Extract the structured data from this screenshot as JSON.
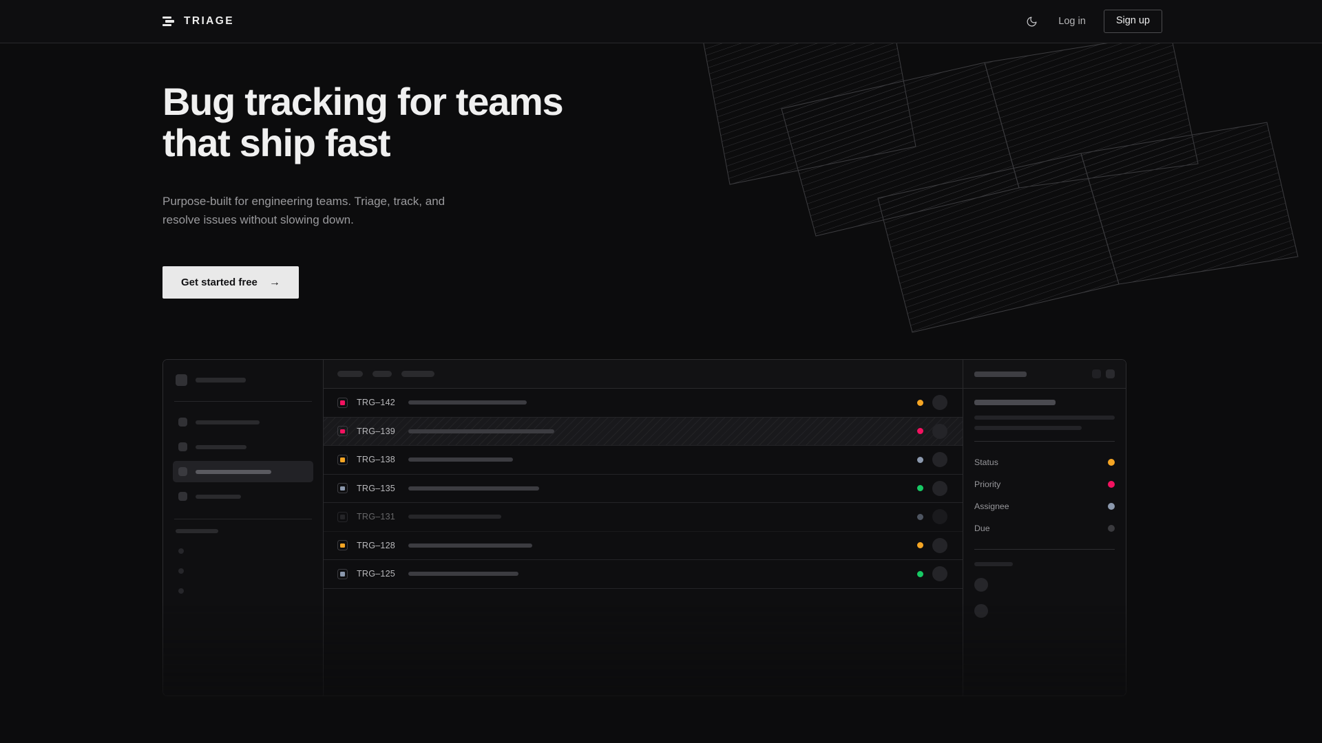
{
  "brand": {
    "name": "TRIAGE",
    "mark_icon": "stacked-bars-logo-icon"
  },
  "nav": {
    "theme_toggle_icon": "moon-icon",
    "login_label": "Log in",
    "signup_label": "Sign up"
  },
  "hero": {
    "headline": "Bug tracking for teams\nthat ship fast",
    "subtitle": "Purpose-built for engineering teams. Triage, track, and\nresolve issues without slowing down.",
    "cta_label": "Get started free",
    "cta_arrow": "→"
  },
  "colors": {
    "page_bg": "#0c0c0d",
    "accent_orange": "#f5a524",
    "accent_pink": "#f31260",
    "accent_green": "#17c964",
    "accent_slate": "#8b98ad",
    "accent_muted": "#3a3a3e",
    "cta_bg": "#e9e9e9",
    "border": "#2d2d30"
  },
  "mockup": {
    "sidebar": {
      "items": [
        {
          "name": "workspace-header"
        },
        {
          "name": "nav-item-1",
          "active": false
        },
        {
          "name": "nav-item-2",
          "active": false
        },
        {
          "name": "nav-item-3",
          "active": true
        },
        {
          "name": "nav-item-4",
          "active": false
        }
      ]
    },
    "list": {
      "toolbar_chips": 3,
      "rows": [
        {
          "id": "TRG–142",
          "priority_color": "#f31260",
          "status_color": "#f5a524",
          "title_width": 172,
          "state": "normal"
        },
        {
          "id": "TRG–139",
          "priority_color": "#f31260",
          "status_color": "#f31260",
          "title_width": 212,
          "state": "hatched"
        },
        {
          "id": "TRG–138",
          "priority_color": "#f5a524",
          "status_color": "#8b98ad",
          "title_width": 152,
          "state": "normal"
        },
        {
          "id": "TRG–135",
          "priority_color": "#8b98ad",
          "status_color": "#17c964",
          "title_width": 190,
          "state": "normal"
        },
        {
          "id": "TRG–131",
          "priority_color": "#3a3a3e",
          "status_color": "#8b98ad",
          "title_width": 135,
          "state": "muted"
        },
        {
          "id": "TRG–128",
          "priority_color": "#f5a524",
          "status_color": "#f5a524",
          "title_width": 180,
          "state": "normal"
        },
        {
          "id": "TRG–125",
          "priority_color": "#8b98ad",
          "status_color": "#17c964",
          "title_width": 160,
          "state": "normal"
        }
      ]
    },
    "detail": {
      "header_icons": 2,
      "fields": [
        {
          "label": "Status",
          "color": "#f5a524"
        },
        {
          "label": "Priority",
          "color": "#f31260"
        },
        {
          "label": "Assignee",
          "color": "#8b98ad"
        },
        {
          "label": "Due",
          "color": "#3a3a3e"
        }
      ]
    }
  }
}
